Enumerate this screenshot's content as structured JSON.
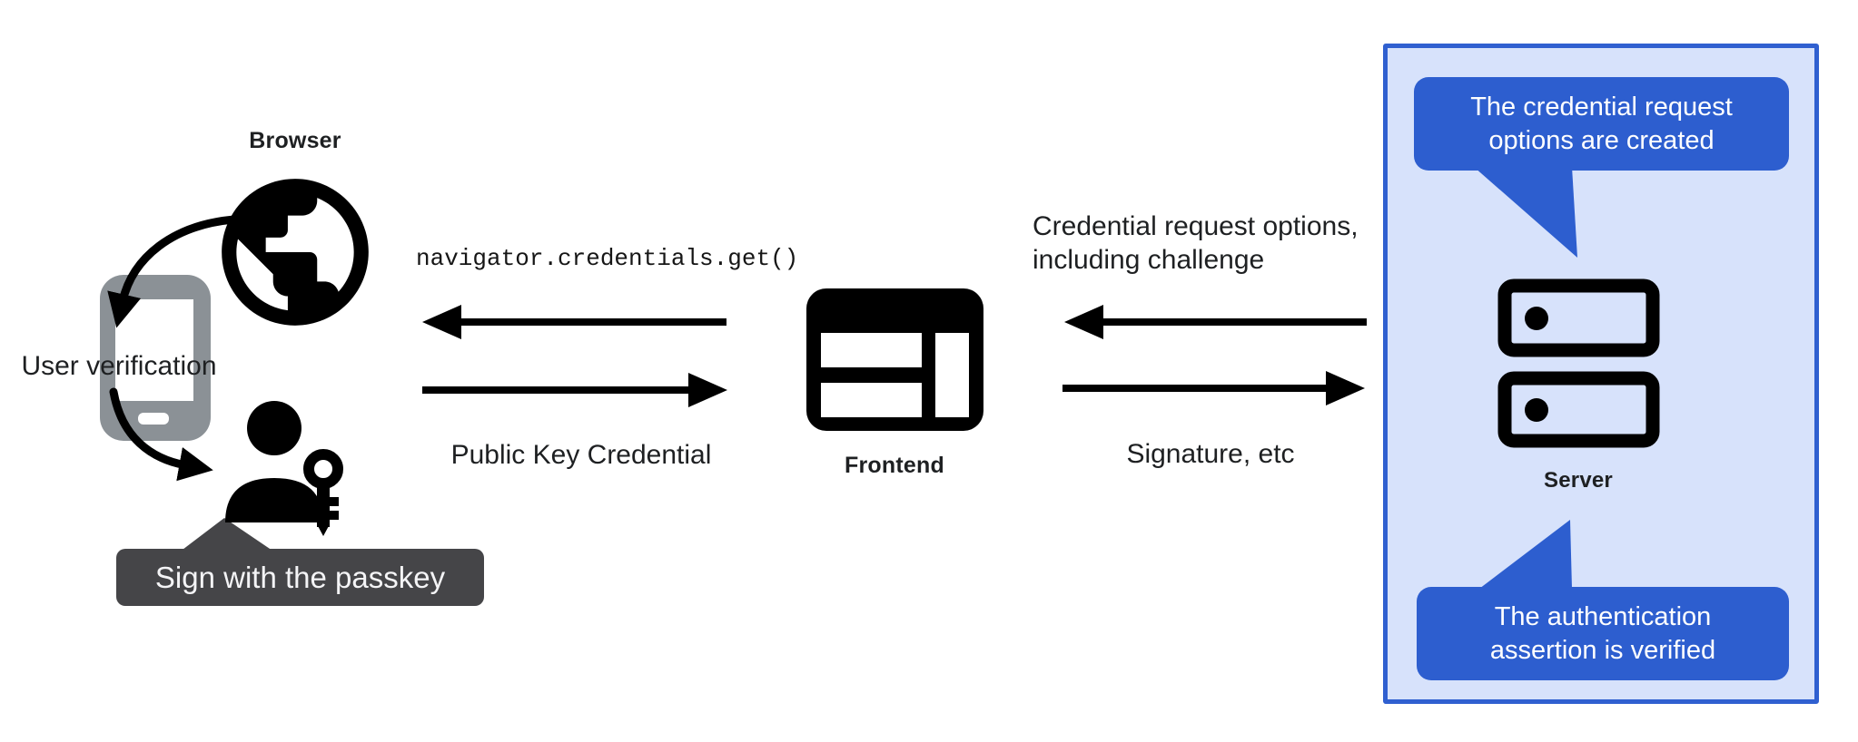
{
  "nodes": {
    "browser": {
      "label": "Browser"
    },
    "authenticator": {
      "label": "User verification"
    },
    "frontend": {
      "label": "Frontend"
    },
    "server": {
      "label": "Server"
    }
  },
  "flows": {
    "get_call": "navigator.credentials.get()",
    "public_key_credential": "Public Key Credential",
    "credential_request": {
      "line1": "Credential request options,",
      "line2": "including challenge"
    },
    "signature": "Signature, etc"
  },
  "callouts": {
    "sign_with_passkey": "Sign with the passkey",
    "options_created": {
      "line1": "The credential request",
      "line2": "options are created"
    },
    "assertion_verified": {
      "line1": "The authentication",
      "line2": "assertion is verified"
    }
  },
  "icons": {
    "globe": "globe-icon",
    "phone": "phone-icon",
    "person_key": "person-with-key-icon",
    "frontend_window": "browser-window-icon",
    "server_stack": "server-stack-icon"
  },
  "colors": {
    "background": "#ffffff",
    "ink": "#000000",
    "text": "#1e2022",
    "phone_gray": "#8b9196",
    "tooltip_bg": "#454548",
    "tooltip_text": "#f4f4f6",
    "panel_fill": "#d7e2fb",
    "panel_border": "#3060d0",
    "bubble_bg": "#2d5ecf",
    "bubble_text": "#ffffff"
  }
}
